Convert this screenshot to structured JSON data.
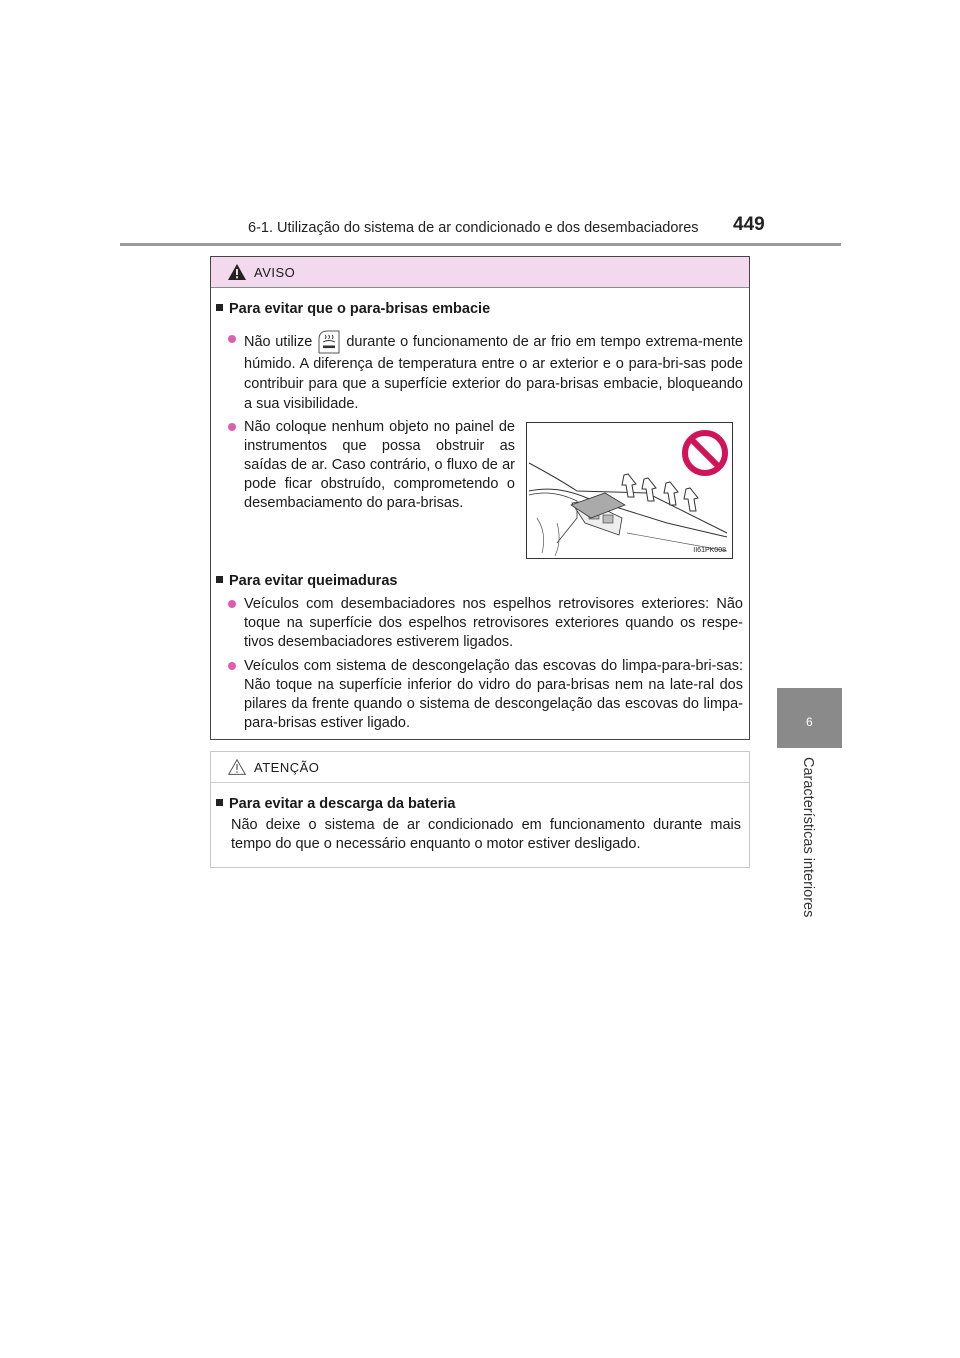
{
  "header": {
    "section": "6-1. Utilização do sistema de ar condicionado e dos desembaciadores",
    "page_number": "449"
  },
  "side_tab": {
    "number": "6",
    "title": "Características interiores"
  },
  "warning": {
    "label": "AVISO",
    "section1": {
      "title": "Para evitar que o para-brisas embacie",
      "bullet1_before": "Não utilize",
      "bullet1_after": "durante o funcionamento de ar frio em tempo extrema-mente húmido. A diferença de temperatura entre o ar exterior e o para-bri-sas pode contribuir para que a superfície exterior do para-brisas embacie, bloqueando a sua visibilidade.",
      "bullet2": "Não coloque nenhum objeto no painel de instrumentos que possa obstruir as saídas de ar. Caso contrário, o fluxo de ar pode ficar obstruído, comprometendo o desembaciamento do para-brisas.",
      "illustration_code": "II61PK008"
    },
    "section2": {
      "title": "Para evitar queimaduras",
      "bullet1": "Veículos com desembaciadores nos espelhos retrovisores exteriores: Não toque na superfície dos espelhos retrovisores exteriores quando os respe-tivos desembaciadores estiverem ligados.",
      "bullet2": "Veículos com sistema de descongelação das escovas do limpa-para-bri-sas: Não toque na superfície inferior do vidro do para-brisas nem na late-ral dos pilares da frente quando o sistema de descongelação das escovas do limpa-para-brisas estiver ligado."
    }
  },
  "caution": {
    "label": "ATENÇÃO",
    "section": {
      "title": "Para evitar a descarga da bateria",
      "text": "Não deixe o sistema de ar condicionado em funcionamento durante mais tempo do que o necessário enquanto o motor estiver desligado."
    }
  },
  "colors": {
    "warning_header_bg": "#f3d9ee",
    "bullet": "#e05cb0",
    "prohibition": "#d0145a",
    "side_tab": "#8a8a8a"
  },
  "icons": {
    "warning": "warning-triangle-icon",
    "caution": "caution-triangle-icon",
    "front_defroster": "front-defroster-icon",
    "prohibition": "prohibition-icon"
  }
}
